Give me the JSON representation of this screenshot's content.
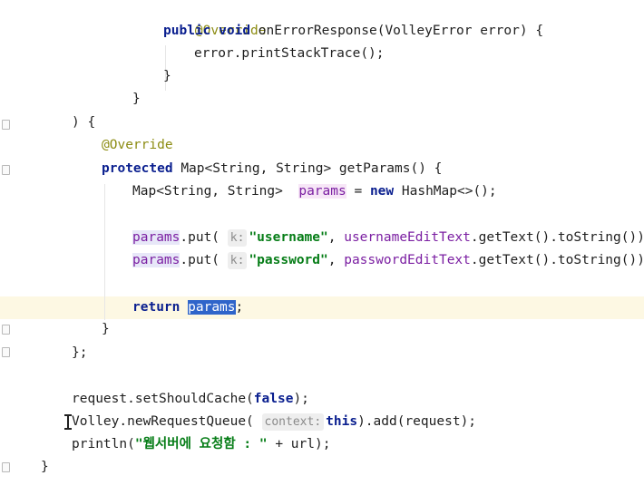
{
  "code": {
    "l1": {
      "annotation": "@Override"
    },
    "l2": {
      "kw1": "public",
      "kw2": "void",
      "name": "onErrorResponse(VolleyError error) {"
    },
    "l3": {
      "text": "error.printStackTrace();"
    },
    "l4": {
      "text": "}"
    },
    "l5": {
      "text": "}"
    },
    "l6": {
      "text": ") {"
    },
    "l7": {
      "annotation": "@Override"
    },
    "l8": {
      "kw": "protected",
      "text": "Map<String, String> getParams() {"
    },
    "l9": {
      "type": "Map<String, String>",
      "var": "params",
      "eq": " = ",
      "kw": "new",
      "rest": "HashMap<>();"
    },
    "l11": {
      "var": "params",
      "call": ".put(",
      "hint": "k:",
      "str": "\"username\"",
      "comma": ", ",
      "field": "usernameEditText",
      "rest": ".getText().toString())"
    },
    "l12": {
      "var": "params",
      "call": ".put(",
      "hint": "k:",
      "str": "\"password\"",
      "comma": ", ",
      "field": "passwordEditText",
      "rest": ".getText().toString())"
    },
    "l14": {
      "kw": "return",
      "selected": "params",
      "semicolon": ";"
    },
    "l15": {
      "text": "}"
    },
    "l16": {
      "text": "};"
    },
    "l18": {
      "pre": "request.setShouldCache(",
      "kw": "false",
      "post": ");"
    },
    "l19": {
      "pre": "Volley.newRequestQueue(",
      "hint": "context:",
      "kw": "this",
      "post": ").add(request);"
    },
    "l20": {
      "pre": "println(",
      "str": "\"웹서버에 요청함 : \"",
      "post": " + url);"
    },
    "l21": {
      "text": "}"
    }
  },
  "colors": {
    "keyword": "#0a1f8f",
    "annotation": "#8c8c12",
    "string": "#067d17",
    "field": "#7b1fa2",
    "selection": "#2f65ca",
    "current_line": "#fdf8e3"
  }
}
